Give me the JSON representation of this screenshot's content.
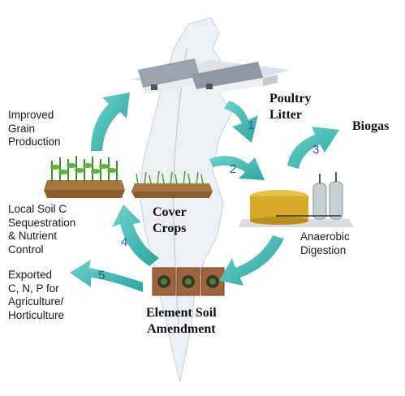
{
  "colors": {
    "arrow": "#4bbfb9",
    "arrow_number": "#1f5f8a",
    "map_outline": "#c9ced8"
  },
  "nodes": {
    "poultry_litter": "Poultry\nLitter",
    "biogas": "Biogas",
    "cover_crops": "Cover\nCrops",
    "anaerobic_digestion": "Anaerobic\nDigestion",
    "element_soil_amendment": "Element Soil\nAmendment"
  },
  "outcomes": {
    "improved_grain": "Improved\nGrain\nProduction",
    "local_soil_c": "Local Soil C\nSequestration\n& Nutrient\nControl",
    "exported": "Exported\nC, N, P for\nAgriculture/\nHorticulture"
  },
  "arrows": [
    {
      "number": "1"
    },
    {
      "number": "2"
    },
    {
      "number": "3"
    },
    {
      "number": "4"
    },
    {
      "number": "5"
    }
  ],
  "icons": [
    "poultry-house-icon",
    "corn-field-icon",
    "grass-field-icon",
    "digester-tank-icon",
    "soil-bag-icon",
    "map-outline-icon"
  ]
}
